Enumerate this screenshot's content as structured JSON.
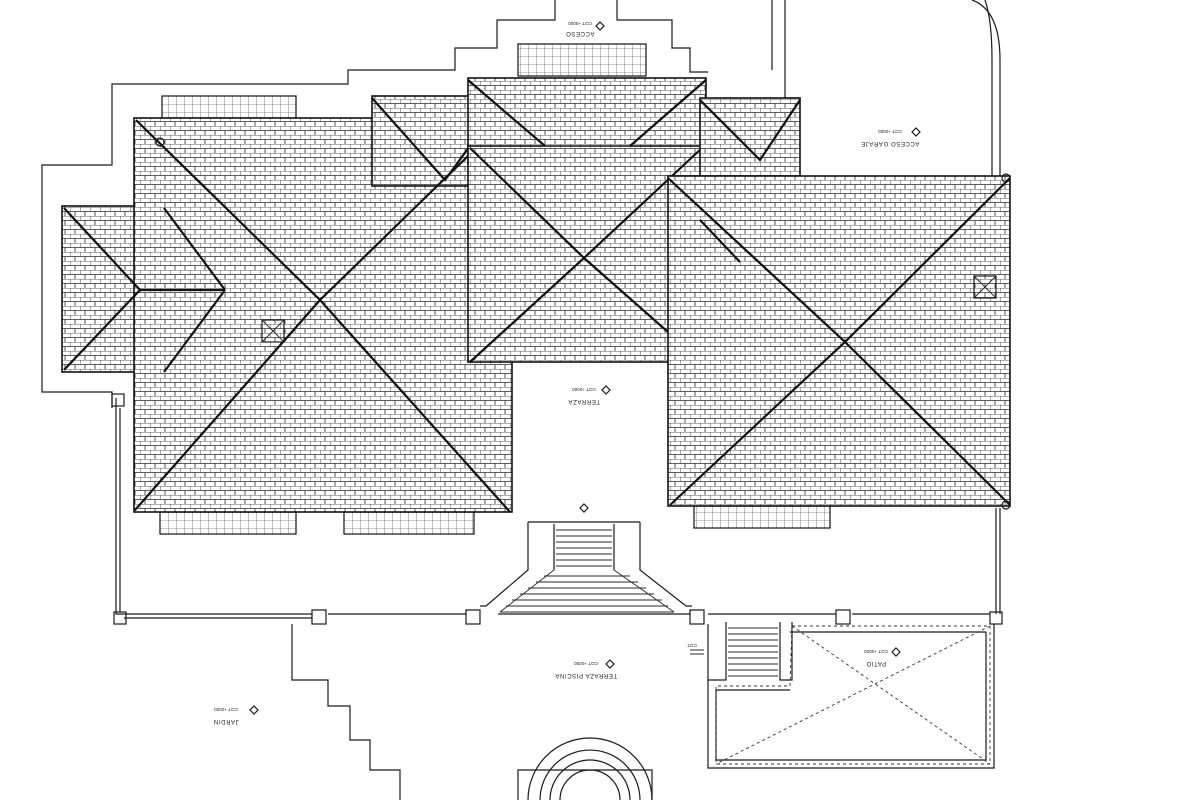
{
  "labels": {
    "acceso_top": {
      "name": "ACCESO",
      "level": "COT +0000"
    },
    "acceso_garaje": {
      "name": "ACCESO GARAJE",
      "level": "COT +0000"
    },
    "terraza": {
      "name": "TERRAZA",
      "level": "COT +0000"
    },
    "terraza_piscina": {
      "name": "TERRAZA PISCINA",
      "level": "COT +0000"
    },
    "patio": {
      "name": "PATIO",
      "level": "COT +0000"
    },
    "jardin": {
      "name": "JARDIN",
      "level": "COT +0000"
    },
    "stair_note": "COT"
  },
  "colors": {
    "line": "#1a1a1a",
    "background": "#ffffff"
  }
}
